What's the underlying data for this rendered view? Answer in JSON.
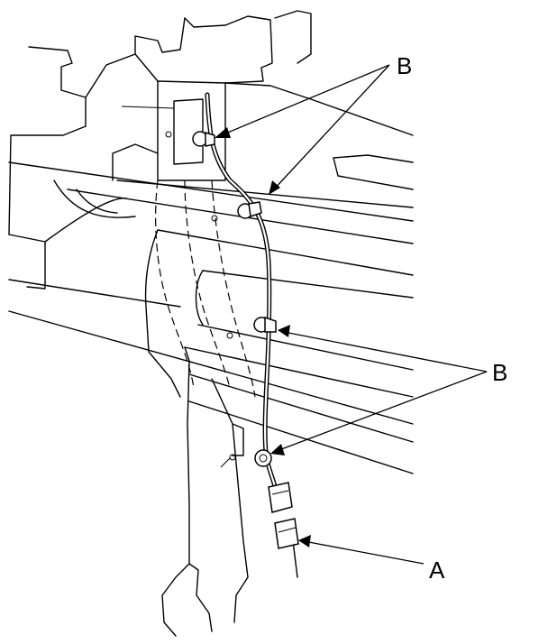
{
  "callouts": {
    "b_top": "B",
    "b_right": "B",
    "a": "A"
  }
}
